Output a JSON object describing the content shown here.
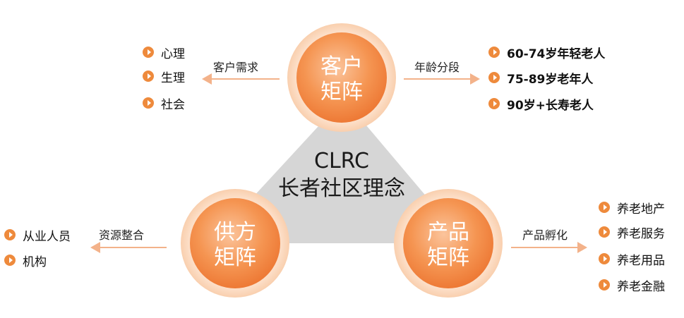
{
  "center": {
    "line1": "CLRC",
    "line2": "长者社区理念"
  },
  "circles": {
    "customer": {
      "line1": "客户",
      "line2": "矩阵"
    },
    "supplier": {
      "line1": "供方",
      "line2": "矩阵"
    },
    "product": {
      "line1": "产品",
      "line2": "矩阵"
    }
  },
  "arrows": {
    "customer_needs": "客户需求",
    "age_segment": "年龄分段",
    "resource_integration": "资源整合",
    "product_incubation": "产品孵化"
  },
  "lists": {
    "needs": [
      "心理",
      "生理",
      "社会"
    ],
    "ages": [
      "60-74岁年轻老人",
      "75-89岁老年人",
      "90岁+长寿老人"
    ],
    "resources": [
      "从业人员",
      "机构"
    ],
    "products": [
      "养老地产",
      "养老服务",
      "养老用品",
      "养老金融"
    ]
  },
  "colors": {
    "accent": "#ee8a3c",
    "circle_light": "#f8b282",
    "circle_dark": "#ee7a32",
    "triangle": "#d6d6d6",
    "arrow": "#f3b28a"
  }
}
